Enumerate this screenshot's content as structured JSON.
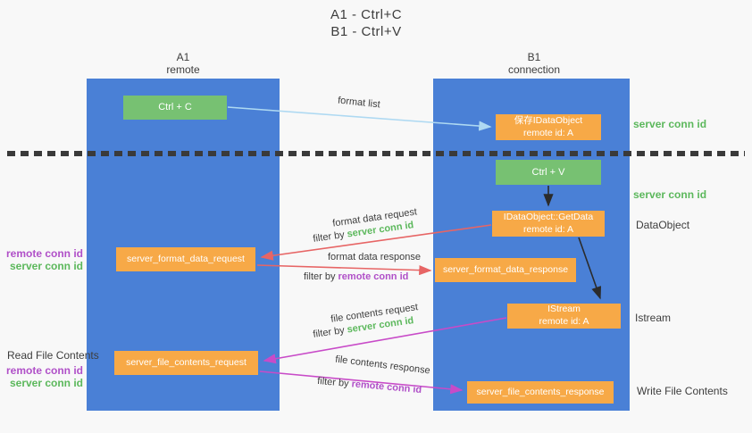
{
  "title": {
    "line1": "A1 - Ctrl+C",
    "line2": "B1 - Ctrl+V"
  },
  "lane_a": {
    "title": "A1",
    "subtitle": "remote"
  },
  "lane_b": {
    "title": "B1",
    "subtitle": "connection"
  },
  "nodes": {
    "ctrl_c": {
      "label": "Ctrl + C"
    },
    "save_dataobject": {
      "line1": "保存IDataObject",
      "line2": "remote id: A"
    },
    "ctrl_v": {
      "label": "Ctrl + V"
    },
    "getdata": {
      "line1": "IDataObject::GetData",
      "line2": "remote id: A"
    },
    "format_request": {
      "label": "server_format_data_request"
    },
    "format_response": {
      "label": "server_format_data_response"
    },
    "istream": {
      "line1": "IStream",
      "line2": "remote id: A"
    },
    "file_request": {
      "label": "server_file_contents_request"
    },
    "file_response": {
      "label": "server_file_contents_response"
    }
  },
  "flow_labels": {
    "format_list": "format list",
    "format_data_request": "format data request",
    "filter1_prefix": "filter by ",
    "filter1_value": "server conn id",
    "format_data_response": "format data response",
    "filter2_prefix": "filter by ",
    "filter2_value": "remote conn id",
    "file_contents_request": "file contents request",
    "filter3_prefix": "filter by ",
    "filter3_value": "server conn id",
    "file_contents_response": "file contents response",
    "filter4_prefix": "filter by ",
    "filter4_value": "remote conn id"
  },
  "side_labels": {
    "server_conn_id_top": "server conn id",
    "server_conn_id_mid": "server conn id",
    "dataobject": "DataObject",
    "istream": "Istream",
    "write_file_contents": "Write File Contents",
    "read_file_contents": "Read File Contents",
    "remote_conn_id_1": "remote conn id",
    "server_conn_id_left_1": "server conn id",
    "remote_conn_id_2": "remote conn id",
    "server_conn_id_left_2": "server conn id"
  },
  "colors": {
    "lane_blue": "#4a80d6",
    "green_box": "#77c172",
    "orange_box": "#f7a947",
    "green_text": "#5cb85c",
    "purple_text": "#b050c8",
    "red_arrow": "#e76565",
    "magenta_arrow": "#c84bc8",
    "light_blue_arrow": "#aed9f2",
    "black_arrow": "#2b2b2b",
    "background": "#f8f8f8"
  }
}
